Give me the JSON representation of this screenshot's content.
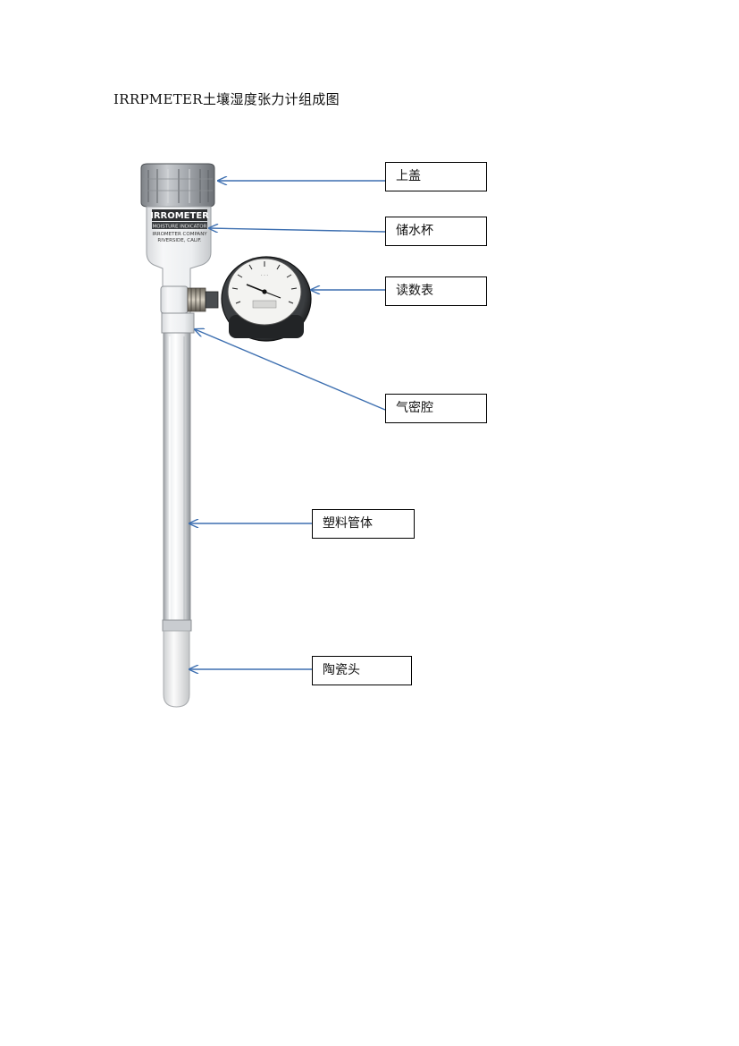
{
  "document": {
    "title": "IRRPMETER土壤湿度张力计组成图"
  },
  "instrument": {
    "brand_plate": [
      "IRROMETER",
      "MOISTURE INDICATOR",
      "IRROMETER COMPANY",
      "RIVERSIDE, CALIF."
    ]
  },
  "labels": {
    "cap": "上盖",
    "cup": "储水杯",
    "gauge": "读数表",
    "air_chamber": "气密腔",
    "tube": "塑料管体",
    "tip": "陶瓷头"
  },
  "colors": {
    "arrow": "#3d6fb0",
    "frame": "#000000"
  }
}
